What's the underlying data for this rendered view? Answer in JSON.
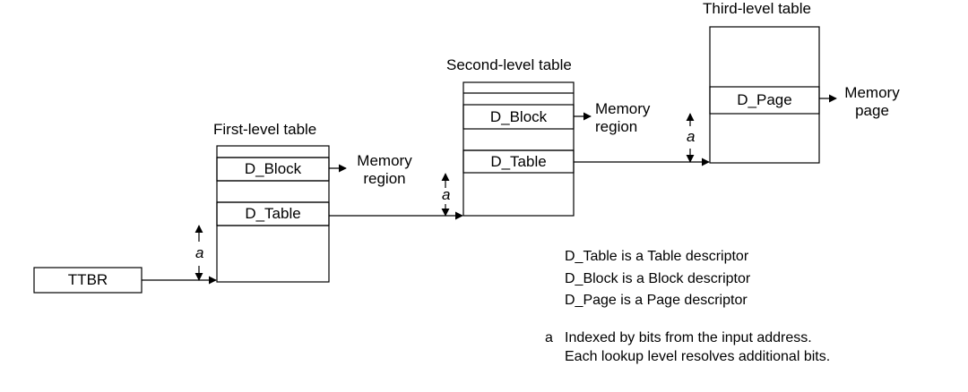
{
  "ttbr": {
    "label": "TTBR"
  },
  "first_level": {
    "title": "First-level table",
    "block_entry": "D_Block",
    "table_entry": "D_Table",
    "output_label": "Memory region"
  },
  "second_level": {
    "title": "Second-level table",
    "block_entry": "D_Block",
    "table_entry": "D_Table",
    "output_label": "Memory region"
  },
  "third_level": {
    "title": "Third-level table",
    "page_entry": "D_Page",
    "output_label": "Memory page"
  },
  "index_marker": "a",
  "legend": {
    "items": [
      "D_Table is a Table descriptor",
      "D_Block is a Block descriptor",
      "D_Page is a Page descriptor"
    ],
    "note_key": "a",
    "note_line1": "Indexed by bits from the input address.",
    "note_line2": "Each lookup level resolves additional bits."
  }
}
